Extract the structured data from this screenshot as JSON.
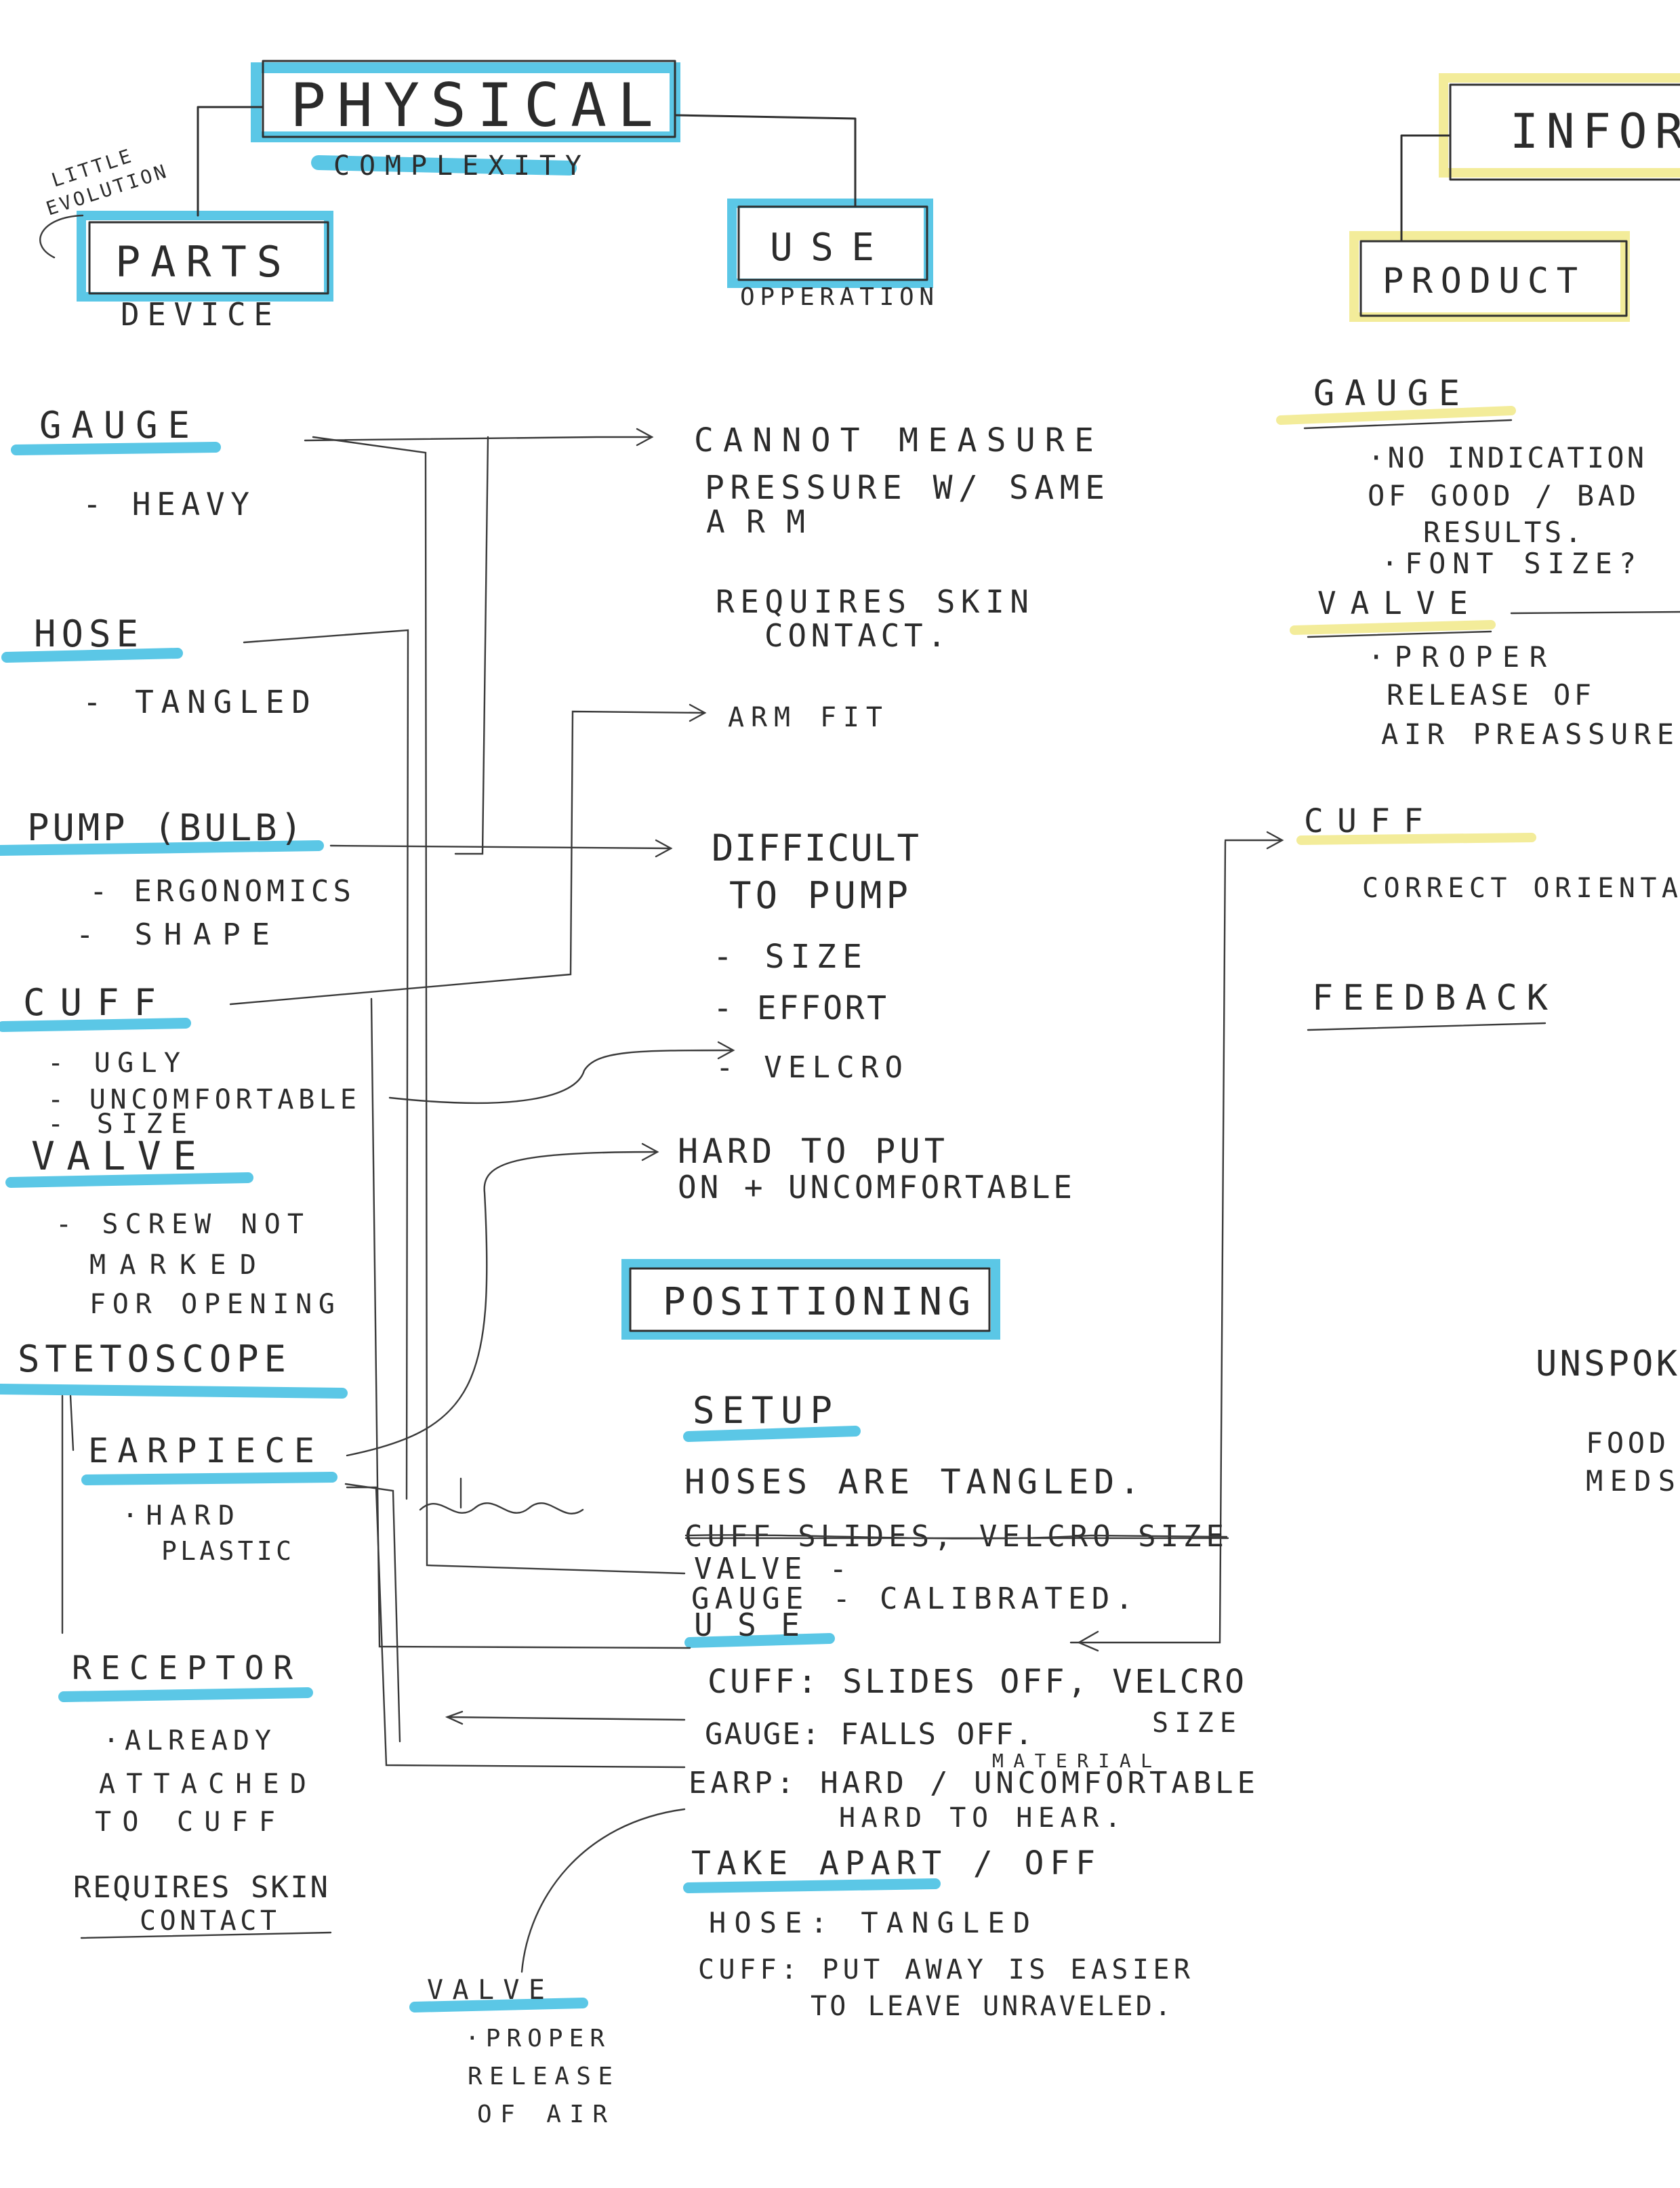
{
  "colors": {
    "ink": "#2f2f2f",
    "highlight_blue": "#5bc7e6",
    "highlight_yellow": "#f3ec9a",
    "paper": "#ffffff"
  },
  "physical": {
    "title": "PHYSICAL",
    "subtitle": "COMPLEXITY",
    "side_note": [
      "LITTLE",
      "EVOLUTION"
    ],
    "parts": {
      "title": "PARTS",
      "subtitle": "DEVICE"
    },
    "use": {
      "title": "USE",
      "subtitle": "OPPERATION"
    }
  },
  "parts_list": {
    "gauge": {
      "label": "GAUGE",
      "notes": [
        "- HEAVY"
      ]
    },
    "hose": {
      "label": "HOSE",
      "notes": [
        "- TANGLED"
      ]
    },
    "pump": {
      "label": "PUMP (BULB)",
      "notes": [
        "- ERGONOMICS",
        "- SHAPE"
      ]
    },
    "cuff": {
      "label": "CUFF",
      "notes": [
        "- UGLY",
        "- UNCOMFORTABLE",
        "- SIZE"
      ]
    },
    "valve": {
      "label": "VALVE",
      "notes": [
        "- SCREW NOT",
        "MARKED",
        "FOR OPENING"
      ]
    },
    "stetoscope": {
      "label": "STETOSCOPE"
    },
    "earpiece": {
      "label": "EARPIECE",
      "notes": [
        "·HARD",
        "PLASTIC"
      ]
    },
    "receptor": {
      "label": "RECEPTOR",
      "notes": [
        "·ALREADY",
        "ATTACHED",
        "TO CUFF"
      ]
    },
    "requires": {
      "label": [
        "REQUIRES SKIN",
        "CONTACT"
      ]
    },
    "valve_bottom": {
      "label": "VALVE",
      "notes": [
        "·PROPER",
        "RELEASE",
        "OF AIR"
      ]
    }
  },
  "use_list": {
    "cannot": [
      "CANNOT MEASURE",
      "PRESSURE W/ SAME",
      "ARM"
    ],
    "requires": [
      "REQUIRES SKIN",
      "CONTACT."
    ],
    "arm_fit": "ARM FIT",
    "difficult": [
      "DIFFICULT",
      "TO PUMP"
    ],
    "difficult_notes": [
      "- SIZE",
      "- EFFORT",
      "- VELCRO"
    ],
    "hard": [
      "HARD TO PUT",
      "ON + UNCOMFORTABLE"
    ]
  },
  "positioning": {
    "title": "POSITIONING",
    "setup": {
      "label": "SETUP",
      "lines": [
        "HOSES ARE TANGLED.",
        "CUFF SLIDES, VELCRO SIZE",
        "VALVE -",
        "GAUGE - CALIBRATED."
      ]
    },
    "use": {
      "label": "USE",
      "lines": [
        "CUFF: SLIDES OFF, VELCRO",
        "SIZE",
        "GAUGE: FALLS OFF.",
        "EARP: HARD / UNCOMFORTABLE",
        "MATERIAL",
        "HARD TO HEAR."
      ]
    },
    "take_apart": {
      "label": "TAKE APART / OFF",
      "lines": [
        "HOSE: TANGLED",
        "CUFF: PUT AWAY IS EASIER",
        "TO LEAVE UNRAVELED."
      ]
    }
  },
  "information": {
    "title": "INFOR",
    "product": "PRODUCT",
    "gauge": {
      "label": "GAUGE",
      "notes": [
        "·NO INDICATION",
        "OF GOOD / BAD",
        "RESULTS.",
        "·FONT SIZE?"
      ]
    },
    "valve": {
      "label": "VALVE",
      "notes": [
        "·PROPER",
        "RELEASE OF",
        "AIR PREASSURE"
      ]
    },
    "cuff": {
      "label": "CUFF",
      "notes": [
        "CORRECT ORIENTA"
      ]
    },
    "feedback": "FEEDBACK",
    "unspoken": {
      "label": "UNSPOK",
      "notes": [
        "FOOD",
        "MEDS"
      ]
    }
  }
}
